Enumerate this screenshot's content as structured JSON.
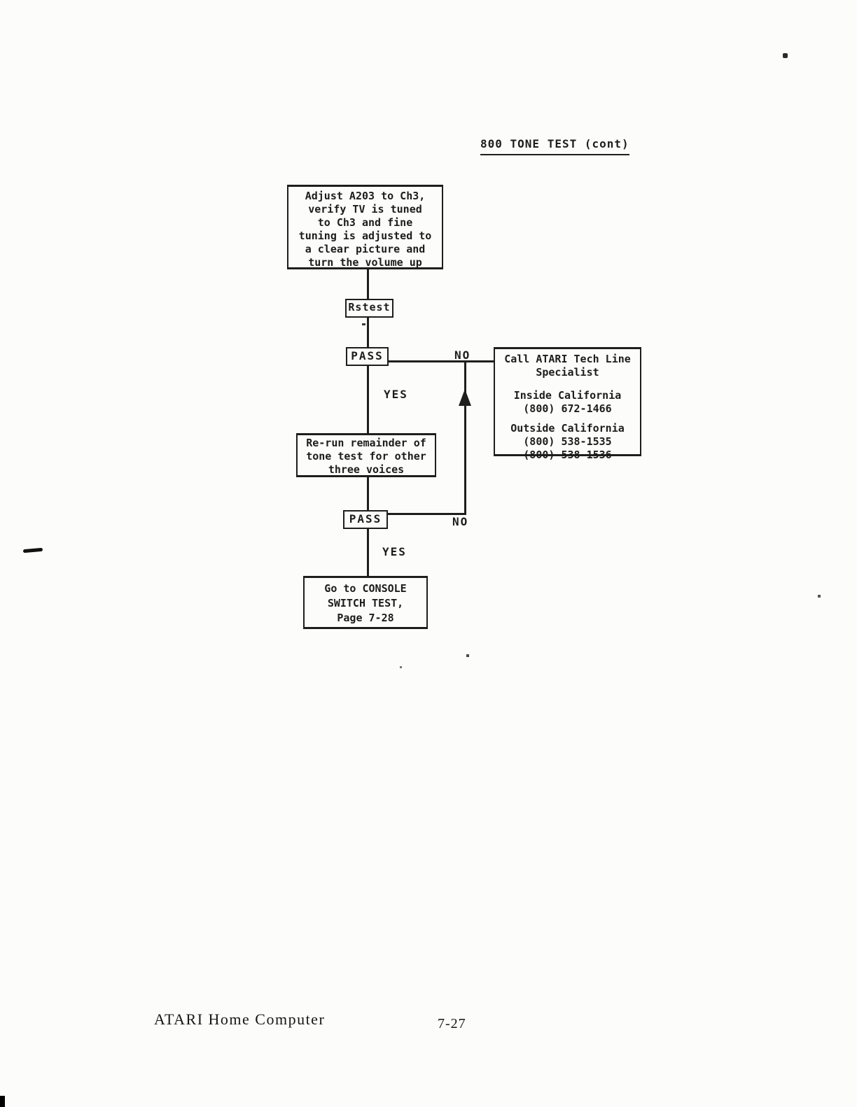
{
  "title": "800 TONE TEST (cont)",
  "flowchart": {
    "adjust_box": {
      "line1": "Adjust A203 to Ch3,",
      "line2": "verify TV is tuned",
      "line3": "to Ch3 and fine",
      "line4": "tuning is adjusted to",
      "line5": "a clear picture and",
      "line6": "turn the volume up"
    },
    "rstest_box": "Rstest",
    "pass1_box": "PASS",
    "no1_label": "NO",
    "yes1_label": "YES",
    "tech_box": {
      "line1": "Call ATARI Tech Line",
      "line2": "Specialist",
      "line3": "Inside California",
      "line4": "(800) 672-1466",
      "line5": "Outside California",
      "line6": "(800) 538-1535",
      "line7": "(800) 538-1536"
    },
    "rerun_box": {
      "line1": "Re-run remainder of",
      "line2": "tone test for other",
      "line3": "three voices"
    },
    "pass2_box": "PASS",
    "no2_label": "NO",
    "yes2_label": "YES",
    "goto_box": {
      "line1": "Go to CONSOLE",
      "line2": "SWITCH TEST,",
      "line3": "Page 7-28"
    }
  },
  "footer": {
    "product": "ATARI Home Computer",
    "page_number": "7-27"
  },
  "colors": {
    "ink": "#1e1e1e",
    "paper": "#fcfcfa"
  }
}
